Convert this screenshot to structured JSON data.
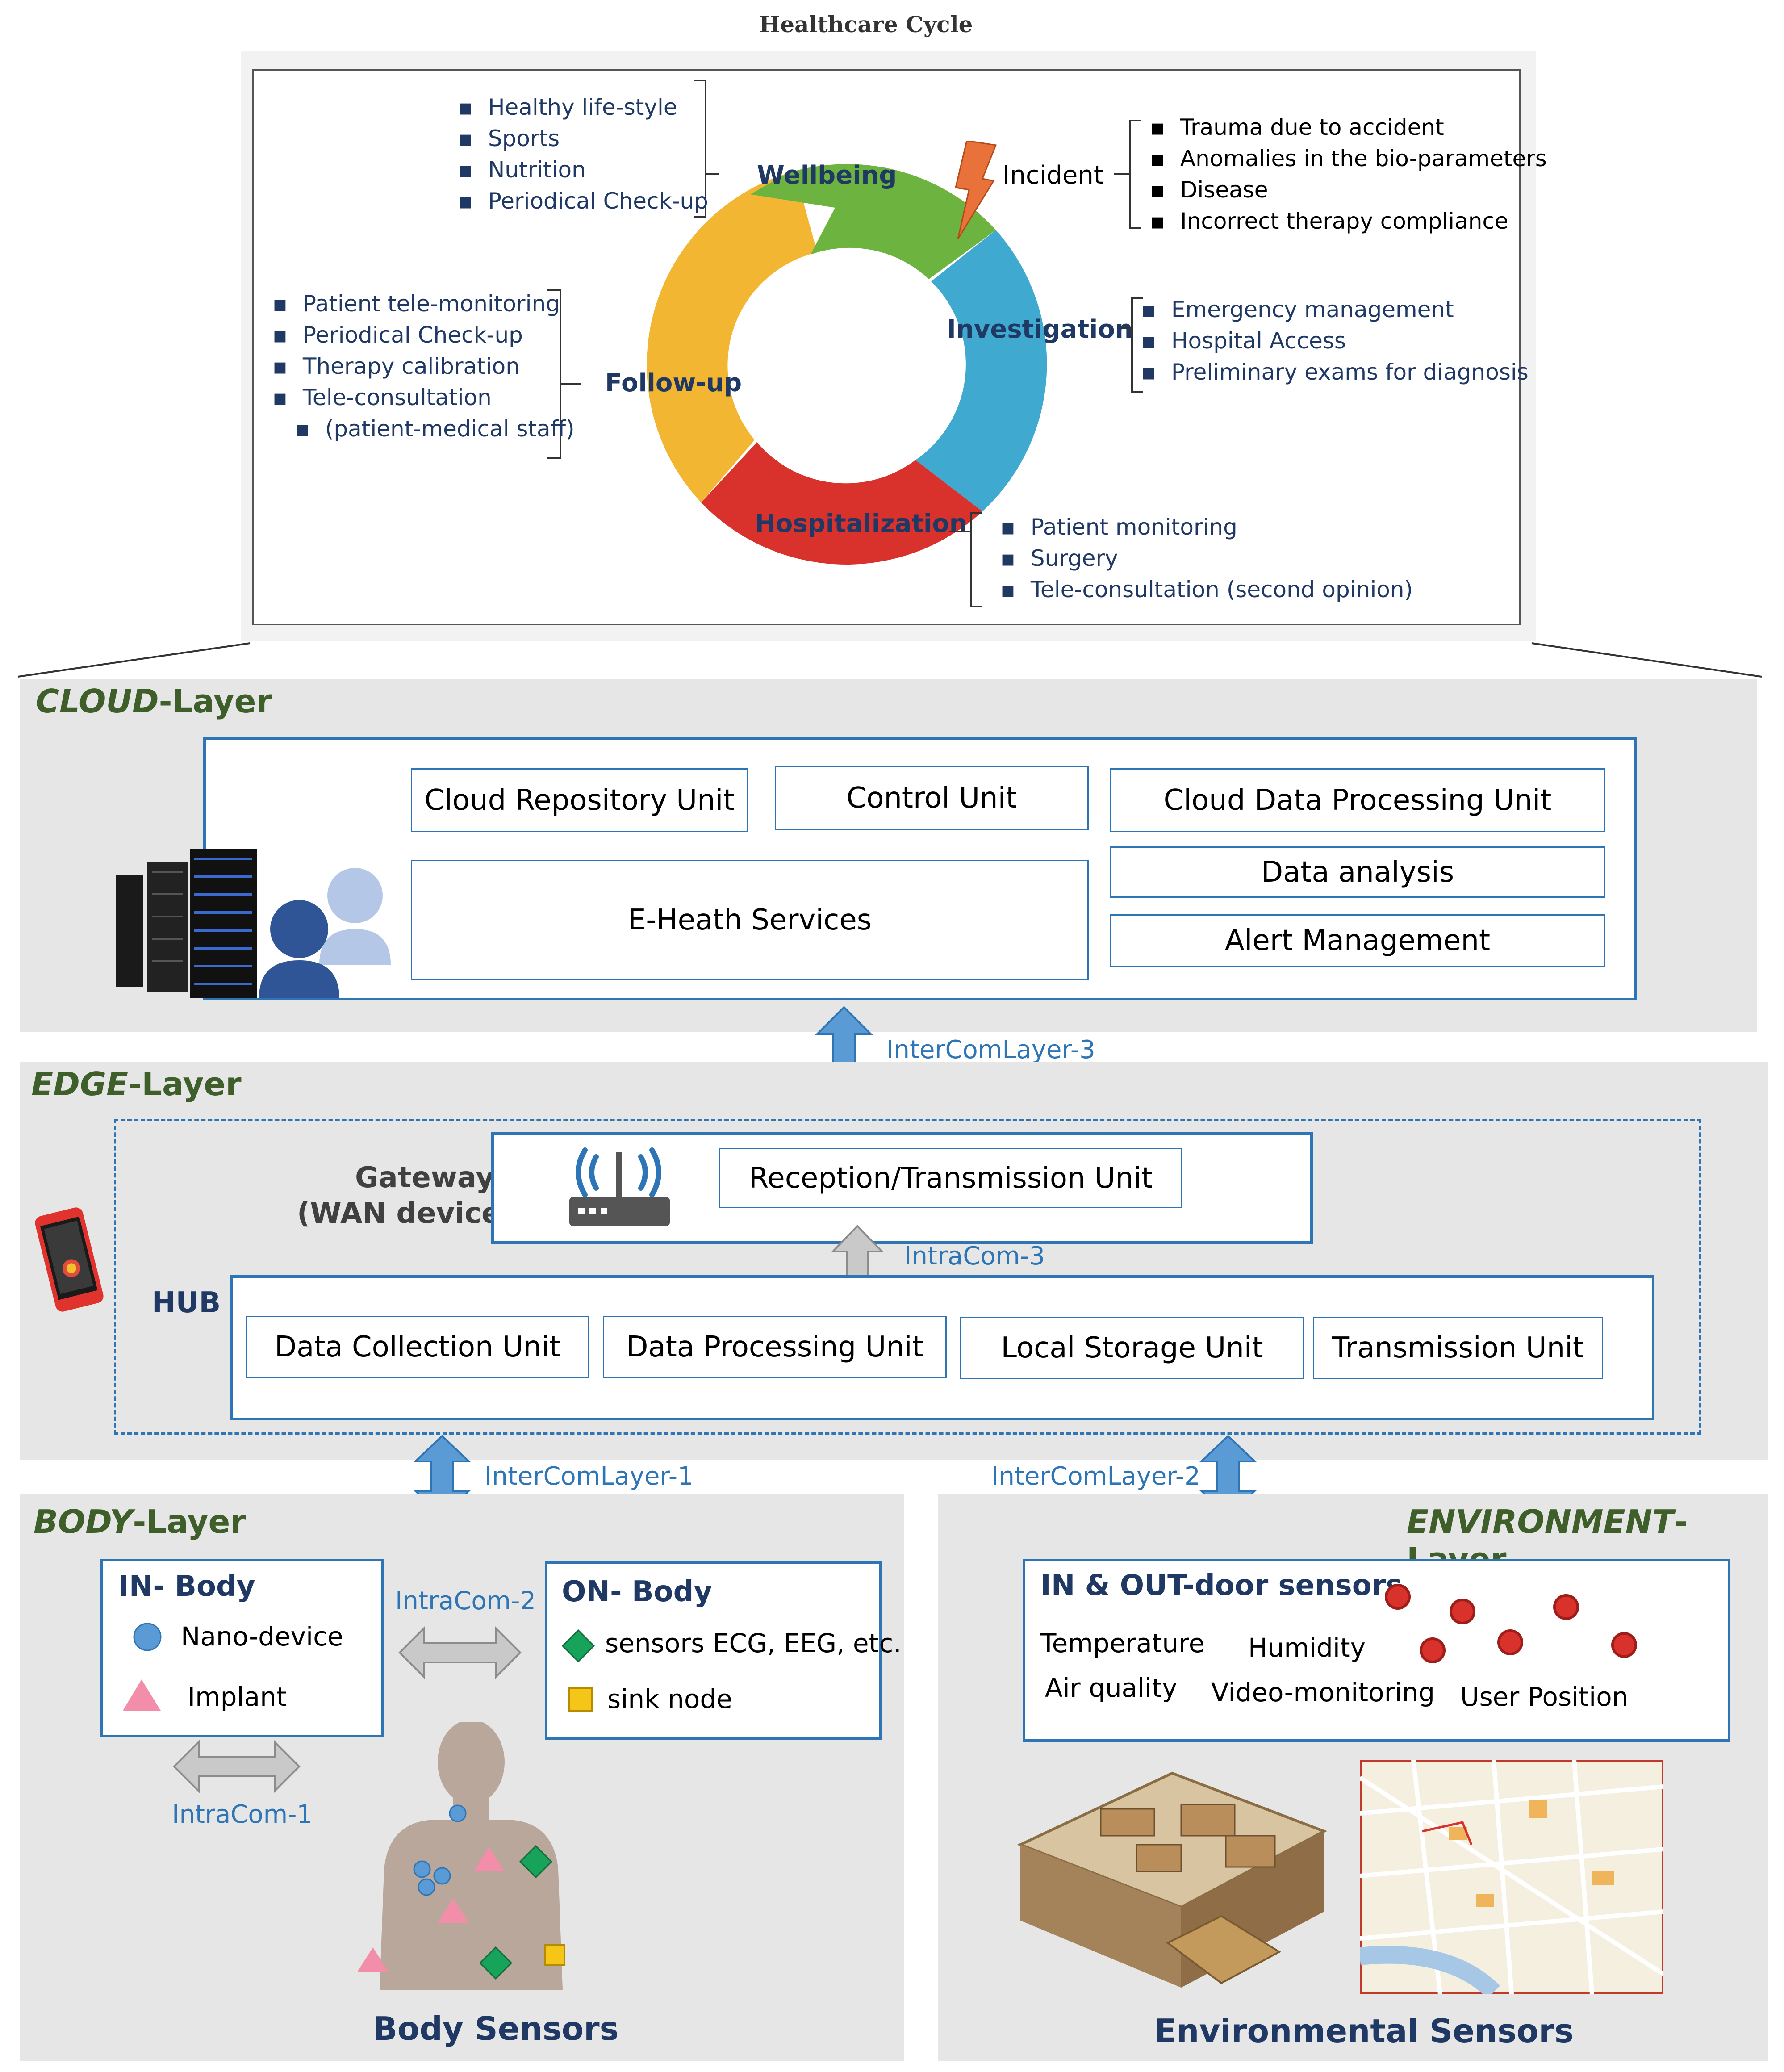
{
  "title": "Healthcare Cycle",
  "cycle": {
    "wellbeing": {
      "label": "Wellbeing",
      "items": [
        "Healthy life-style",
        "Sports",
        "Nutrition",
        "Periodical Check-up"
      ]
    },
    "incident": {
      "label": "Incident",
      "items": [
        "Trauma due to accident",
        "Anomalies in the bio-parameters",
        "Disease",
        "Incorrect therapy compliance"
      ]
    },
    "investigation": {
      "label": "Investigation",
      "items": [
        "Emergency management",
        "Hospital Access",
        "Preliminary exams for diagnosis"
      ]
    },
    "hospitalization": {
      "label": "Hospitalization",
      "items": [
        "Patient monitoring",
        "Surgery",
        "Tele-consultation (second opinion)"
      ]
    },
    "followup": {
      "label": "Follow-up",
      "items": [
        "Patient tele-monitoring",
        "Periodical Check-up",
        "Therapy calibration",
        "Tele-consultation",
        "(patient-medical staff)"
      ]
    },
    "colors": {
      "wellbeing": "#6cb33f",
      "investigation": "#3fa9d0",
      "hospitalization": "#d9312b",
      "followup": "#f2b632"
    }
  },
  "cloud": {
    "title_em": "CLOUD",
    "title_rest": "-Layer",
    "repository": "Cloud Repository Unit",
    "control": "Control Unit",
    "processing": "Cloud Data Processing Unit",
    "services": "E-Heath Services",
    "analysis": "Data analysis",
    "alert": "Alert Management"
  },
  "intercom3": "InterComLayer-3",
  "edge": {
    "title_em": "EDGE",
    "title_rest": "-Layer",
    "gateway_line1": "Gateway",
    "gateway_line2": "(WAN device)",
    "reception": "Reception/Transmission Unit",
    "intracom3": "IntraCom-3",
    "hub": "HUB",
    "collection": "Data Collection Unit",
    "processing": "Data Processing Unit",
    "storage": "Local Storage Unit",
    "transmission": "Transmission Unit"
  },
  "intercom1": "InterComLayer-1",
  "intercom2": "InterComLayer-2",
  "body": {
    "title_em": "BODY",
    "title_rest": "-Layer",
    "in_title": "IN- Body",
    "nano": "Nano-device",
    "implant": "Implant",
    "intracom2": "IntraCom-2",
    "on_title": "ON- Body",
    "sensors": "sensors ECG, EEG, etc.",
    "sink": "sink node",
    "intracom1": "IntraCom-1",
    "caption": "Body Sensors"
  },
  "environment": {
    "title_em": "ENVIRONMENT",
    "title_rest": "-Layer",
    "box_title": "IN & OUT-door sensors",
    "temperature": "Temperature",
    "humidity": "Humidity",
    "air": "Air quality",
    "video": "Video-monitoring",
    "position": "User Position",
    "caption": "Environmental Sensors"
  }
}
